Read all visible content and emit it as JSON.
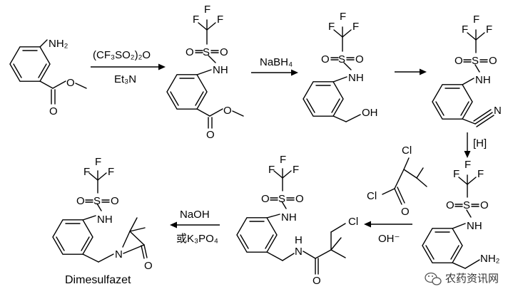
{
  "atoms": {
    "F": "F",
    "S": "S",
    "O": "O",
    "N": "N",
    "H": "H",
    "NH": "NH",
    "NH2": "NH₂",
    "OH": "OH",
    "Cl": "Cl"
  },
  "reagents": {
    "step1_top": "(CF₃SO₂)₂O",
    "step1_bottom": "Et₃N",
    "step2": "NaBH₄",
    "step4": "[H]",
    "step5_bottom": "OH⁻",
    "step6_top": "NaOH",
    "step6_bottom": "或K₃PO₄"
  },
  "product_name": "Dimesulfazet",
  "watermark": {
    "text": "农药资讯网",
    "logo_icon": "wechat-icon"
  }
}
